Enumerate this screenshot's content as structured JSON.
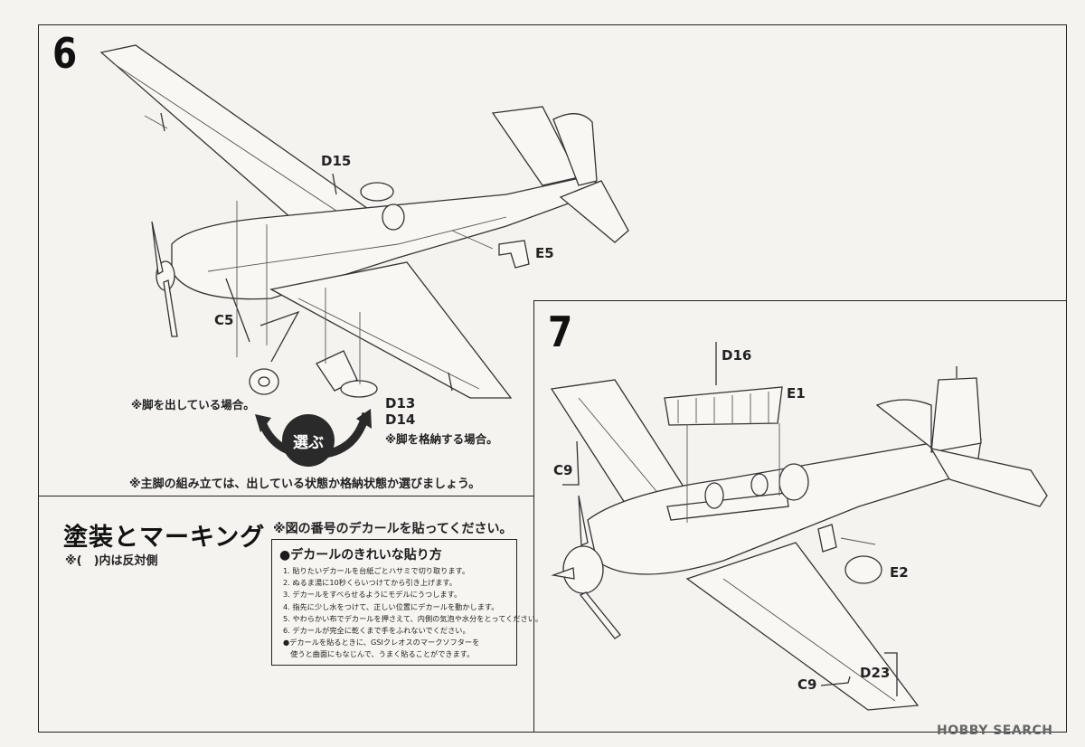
{
  "step6": {
    "number": "6",
    "parts": {
      "d15": "D15",
      "e5": "E5",
      "c5": "C5",
      "d13": "D13",
      "d14": "D14"
    },
    "note_extended": "※脚を出している場合。",
    "note_retracted": "※脚を格納する場合。",
    "choose_label": "選ぶ",
    "footnote": "※主脚の組み立ては、出している状態か格納状態か選びましょう。"
  },
  "step7": {
    "number": "7",
    "parts": {
      "d16": "D16",
      "e1": "E1",
      "c9_top": "C9",
      "e2": "E2",
      "d23": "D23",
      "c9_bottom": "C9"
    }
  },
  "painting": {
    "title": "塗装とマーキング",
    "decal_instruction": "※図の番号のデカールを貼ってください。",
    "reverse_note": "※(　)内は反対側"
  },
  "decal_guide": {
    "title": "●デカールのきれいな貼り方",
    "steps": [
      "1. 貼りたいデカールを台紙ごとハサミで切り取ります。",
      "2. ぬるま湯に10秒くらいつけてから引き上げます。",
      "3. デカールをすべらせるようにモデルにうつします。",
      "4. 指先に少し水をつけて、正しい位置にデカールを動かします。",
      "5. やわらかい布でデカールを押さえて、内側の気泡や水分をとってください。",
      "6. デカールが完全に乾くまで手をふれないでください。",
      "●デカールを貼るときに、GSIクレオスのマークソフターを",
      "　使うと曲面にもなじんで、うまく貼ることができます。"
    ]
  },
  "watermark": "HOBBY SEARCH"
}
